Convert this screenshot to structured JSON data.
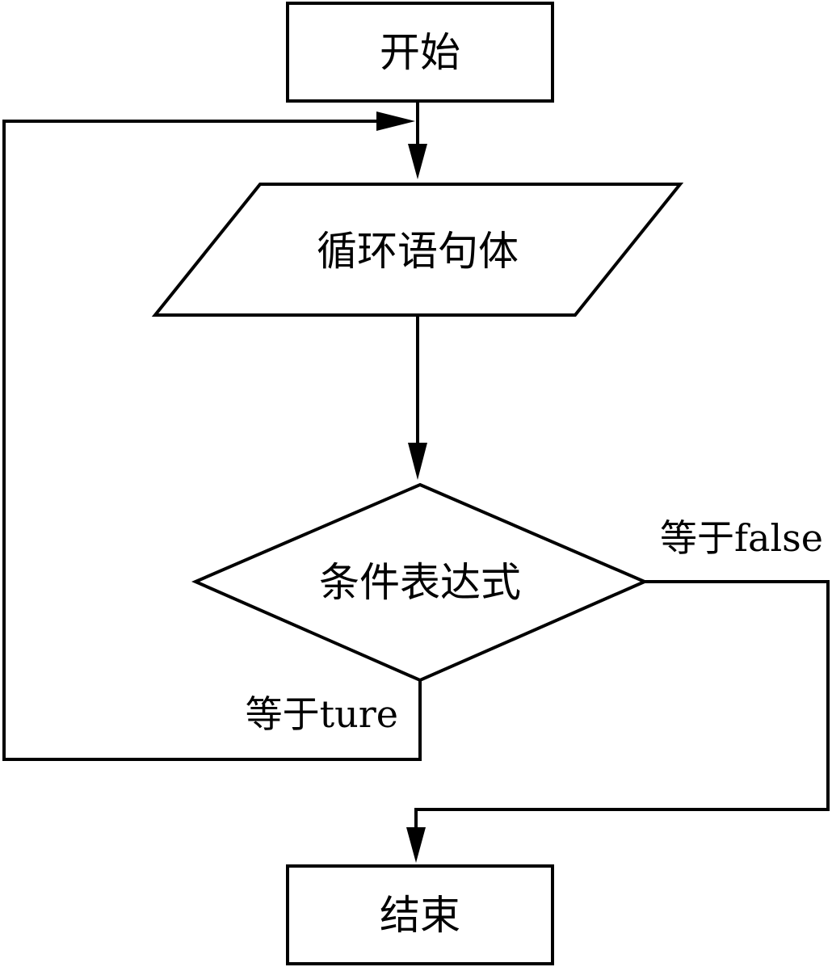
{
  "diagram": {
    "nodes": {
      "start": "开始",
      "loop_body": "循环语句体",
      "condition": "条件表达式",
      "end": "结束"
    },
    "edges": {
      "false_branch": "等于false",
      "true_branch": "等于ture"
    }
  }
}
